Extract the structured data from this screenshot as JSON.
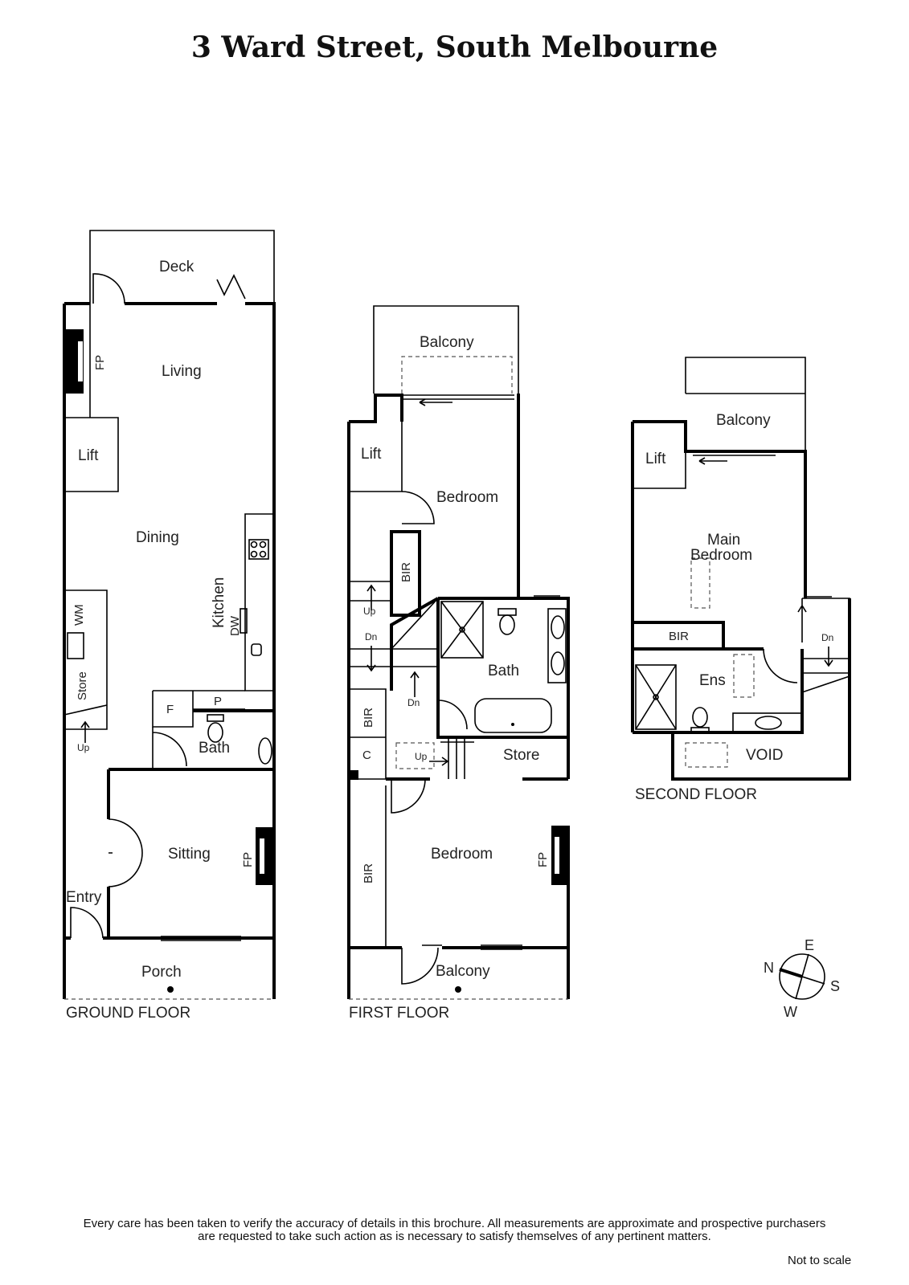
{
  "title": "3 Ward Street, South Melbourne",
  "floors": {
    "ground": {
      "name": "GROUND FLOOR",
      "rooms": {
        "deck": "Deck",
        "fp1": "FP",
        "living": "Living",
        "lift": "Lift",
        "dining": "Dining",
        "kitchen": "Kitchen",
        "dw": "DW",
        "wm": "WM",
        "store": "Store",
        "up": "Up",
        "f": "F",
        "p": "P",
        "bath": "Bath",
        "sitting": "Sitting",
        "fp2": "FP",
        "entry": "Entry",
        "porch": "Porch"
      }
    },
    "first": {
      "name": "FIRST FLOOR",
      "rooms": {
        "balcony_rear": "Balcony",
        "lift": "Lift",
        "bedroom_rear": "Bedroom",
        "bir1": "BIR",
        "up": "Up",
        "dn1": "Dn",
        "dn2": "Dn",
        "bath": "Bath",
        "bir2": "BIR",
        "c": "C",
        "up2": "Up",
        "store": "Store",
        "bedroom_front": "Bedroom",
        "fp": "FP",
        "bir3": "BIR",
        "balcony_front": "Balcony"
      }
    },
    "second": {
      "name": "SECOND FLOOR",
      "rooms": {
        "balcony": "Balcony",
        "lift": "Lift",
        "main_bedroom_1": "Main",
        "main_bedroom_2": "Bedroom",
        "bir": "BIR",
        "dn": "Dn",
        "ens": "Ens",
        "void": "VOID"
      }
    }
  },
  "compass": {
    "n": "N",
    "e": "E",
    "s": "S",
    "w": "W"
  },
  "disclaimer_line1": "Every care has been taken to verify the accuracy of details in this brochure.  All measurements are approximate and prospective purchasers",
  "disclaimer_line2": "are requested to take such action as is necessary to satisfy themselves of any pertinent matters.",
  "not_to_scale": "Not to scale"
}
